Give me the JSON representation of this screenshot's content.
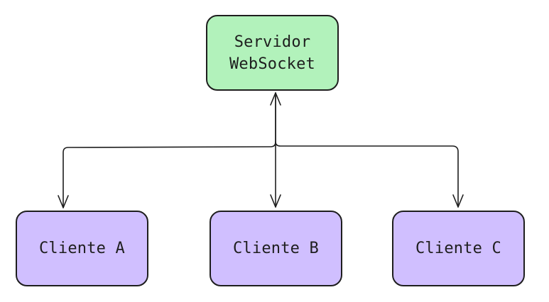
{
  "diagram": {
    "server": {
      "line1": "Servidor",
      "line2": "WebSocket",
      "fill": "#b2f2bb"
    },
    "clients": [
      {
        "label": "Cliente A",
        "fill": "#d0bfff"
      },
      {
        "label": "Cliente B",
        "fill": "#d0bfff"
      },
      {
        "label": "Cliente C",
        "fill": "#d0bfff"
      }
    ],
    "stroke_color": "#1e1e1e",
    "connections": [
      {
        "from": "Servidor WebSocket",
        "to": "Cliente A",
        "bidirectional": true
      },
      {
        "from": "Servidor WebSocket",
        "to": "Cliente B",
        "bidirectional": true
      },
      {
        "from": "Servidor WebSocket",
        "to": "Cliente C",
        "bidirectional": true
      }
    ]
  }
}
